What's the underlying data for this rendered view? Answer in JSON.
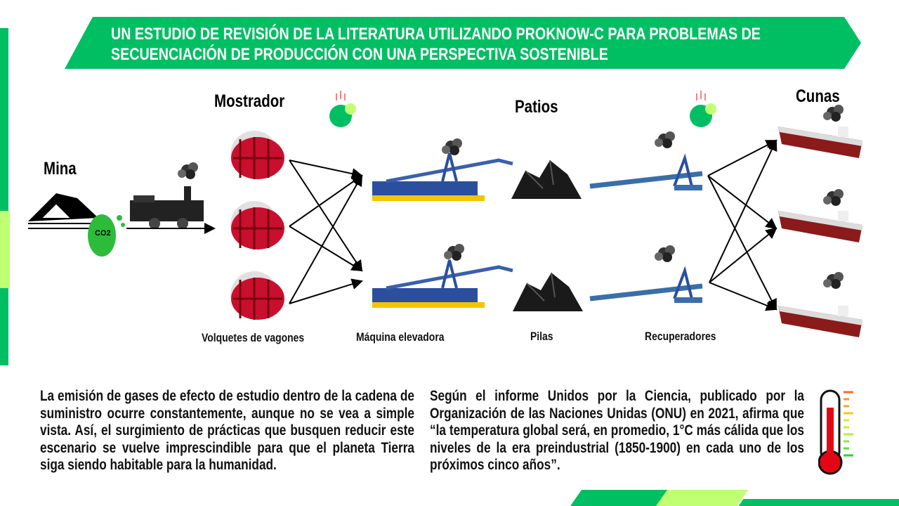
{
  "title": {
    "line1": "UN ESTUDIO DE REVISIÓN DE LA LITERATURA UTILIZANDO PROKNOW-C PARA PROBLEMAS DE",
    "line2": "SECUENCIACIÓN DE PRODUCCIÓN CON UNA PERSPECTIVA SOSTENIBLE"
  },
  "stages": {
    "mina": "Mina",
    "mostrador": "Mostrador",
    "patios": "Patios",
    "cunas": "Cunas"
  },
  "sublabels": {
    "volquetes": "Volquetes de vagones",
    "maquina": "Máquina elevadora",
    "pilas": "Pilas",
    "recuperadores": "Recuperadores"
  },
  "co2_badge": "CO2",
  "paragraphs": {
    "left": "La emisión de gases de efecto de estudio dentro de la cadena de suministro ocurre constantemente, aunque no se vea a simple vista. Así, el surgimiento de prácticas que busquen reducir este escenario se vuelve imprescindible para que el planeta Tierra siga siendo habitable para la humanidad.",
    "right": "Según el informe Unidos por la Ciencia, publicado por la Organización de las Naciones Unidas (ONU) en 2021, afirma que “la temperatura global será, en promedio, 1°C más cálida que los niveles de la era preindustrial (1850-1900) en cada uno de los próximos cinco años”."
  },
  "colors": {
    "primary": "#00bf63",
    "accent": "#c1ff72",
    "thermo": "#e30613"
  }
}
